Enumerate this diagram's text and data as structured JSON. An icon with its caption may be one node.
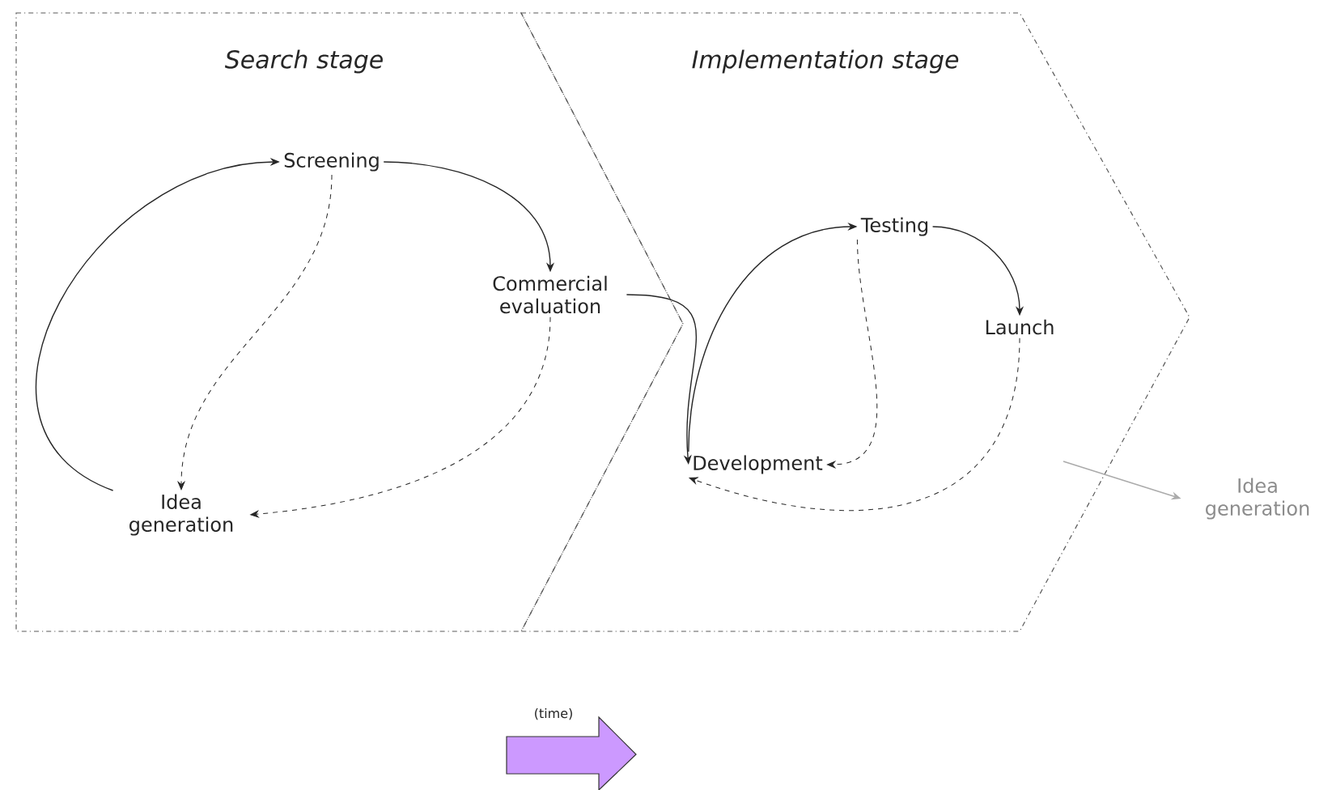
{
  "diagram": {
    "nodes": [
      {
        "text": [
          "Search stage"
        ]
      },
      {
        "text": [
          "Implementation stage"
        ]
      },
      {
        "text": [
          "Screening"
        ],
        "in": 0
      },
      {
        "text": [
          "Commercial evaluation"
        ],
        "in": 0
      },
      {
        "text": [
          "Idea generation"
        ],
        "in": 0
      },
      {
        "text": [
          "Testing"
        ],
        "in": 1
      },
      {
        "text": [
          "Launch"
        ],
        "in": 1
      },
      {
        "text": [
          "Development"
        ],
        "in": 1
      },
      {
        "text": [
          "Idea generation"
        ]
      }
    ],
    "edges": [
      {
        "from": 4,
        "to": 2,
        "arrow": "to"
      },
      {
        "from": 2,
        "to": 3,
        "arrow": "to"
      },
      {
        "from": 2,
        "to": 4,
        "arrow": "to",
        "style": "dashed"
      },
      {
        "from": 3,
        "to": 4,
        "arrow": "to",
        "style": "dashed"
      },
      {
        "from": 3,
        "to": 7,
        "arrow": "to"
      },
      {
        "from": 7,
        "to": 5,
        "arrow": "to"
      },
      {
        "from": 5,
        "to": 6,
        "arrow": "to"
      },
      {
        "from": 5,
        "to": 7,
        "arrow": "to",
        "style": "dashed"
      },
      {
        "from": 6,
        "to": 7,
        "arrow": "to",
        "style": "dashed"
      },
      {
        "from": null,
        "to": 8,
        "arrow": "to",
        "color": "#aaaaaa"
      }
    ],
    "labels": [
      "(time)"
    ]
  }
}
